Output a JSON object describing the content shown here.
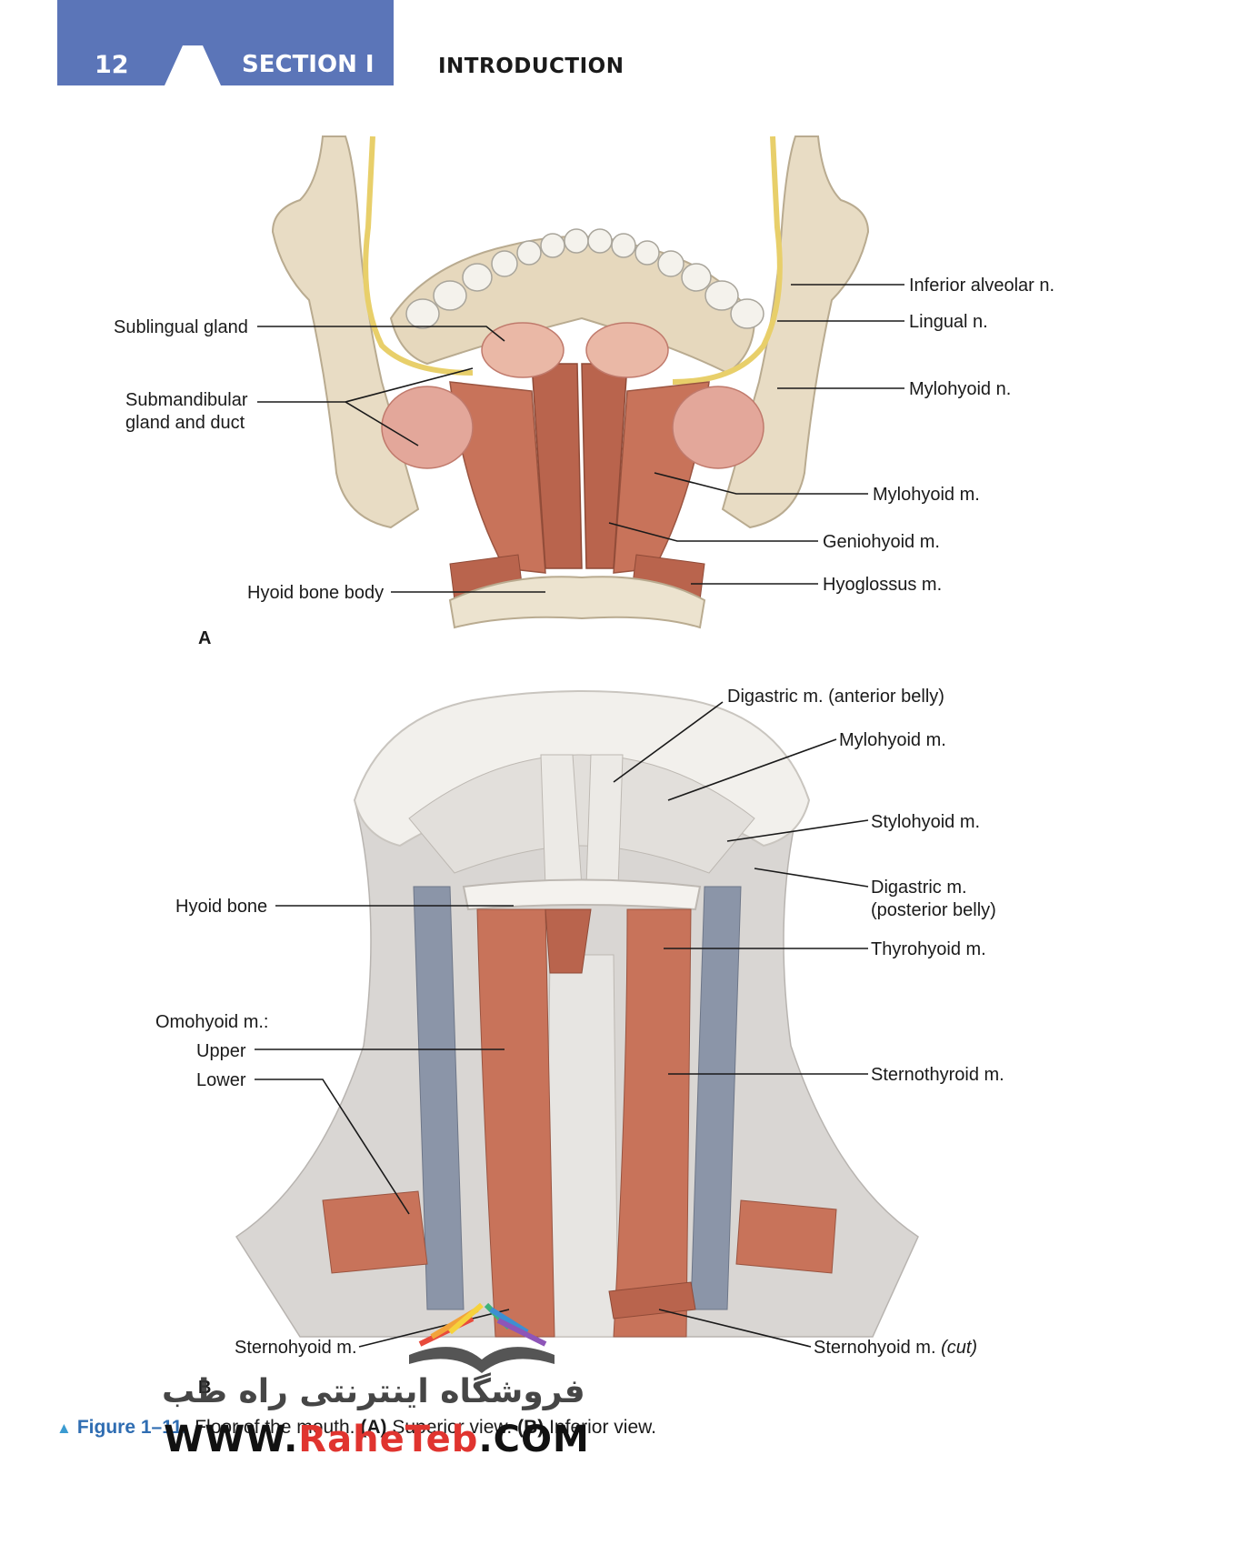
{
  "header": {
    "page_number": "12",
    "section": "SECTION I",
    "chapter": "INTRODUCTION",
    "band_color": "#5b75b8"
  },
  "panel_a": {
    "letter": "A",
    "labels": {
      "sublingual_gland": "Sublingual gland",
      "submandibular_1": "Submandibular",
      "submandibular_2": "gland and duct",
      "inferior_alveolar": "Inferior alveolar n.",
      "lingual": "Lingual n.",
      "mylohyoid_n": "Mylohyoid n.",
      "mylohyoid_m": "Mylohyoid m.",
      "geniohyoid": "Geniohyoid m.",
      "hyoglossus": "Hyoglossus m.",
      "hyoid_body": "Hyoid bone body"
    }
  },
  "panel_b": {
    "letter": "B",
    "labels": {
      "digastric_anterior": "Digastric m. (anterior belly)",
      "mylohyoid": "Mylohyoid m.",
      "stylohyoid": "Stylohyoid m.",
      "digastric_posterior_1": "Digastric m.",
      "digastric_posterior_2": "(posterior belly)",
      "hyoid_bone": "Hyoid bone",
      "thyrohyoid": "Thyrohyoid m.",
      "omohyoid": "Omohyoid m.:",
      "upper": "Upper",
      "lower": "Lower",
      "sternothyroid": "Sternothyroid m.",
      "sternohyoid": "Sternohyoid m.",
      "sternohyoid_cut": "Sternohyoid m.",
      "cut": "(cut)"
    }
  },
  "caption": {
    "figure_number": "Figure 1–11.",
    "text_1": "Floor of the mouth.",
    "a_marker": "(A)",
    "text_2": "Superior view.",
    "b_marker": "(B)",
    "text_3": "Inferior view."
  },
  "watermark": {
    "persian": "فروشگاه اینترنتی راه طب",
    "url_prefix": "WWW.",
    "url_brand": "RaheTeb",
    "url_suffix": ".COM"
  },
  "colors": {
    "bone": "#e8dcc4",
    "muscle": "#c8735a",
    "gland": "#e3a79a",
    "nerve": "#e8cf6a",
    "vein": "#8b95a8",
    "neck_muscle": "#d9d6d3"
  }
}
